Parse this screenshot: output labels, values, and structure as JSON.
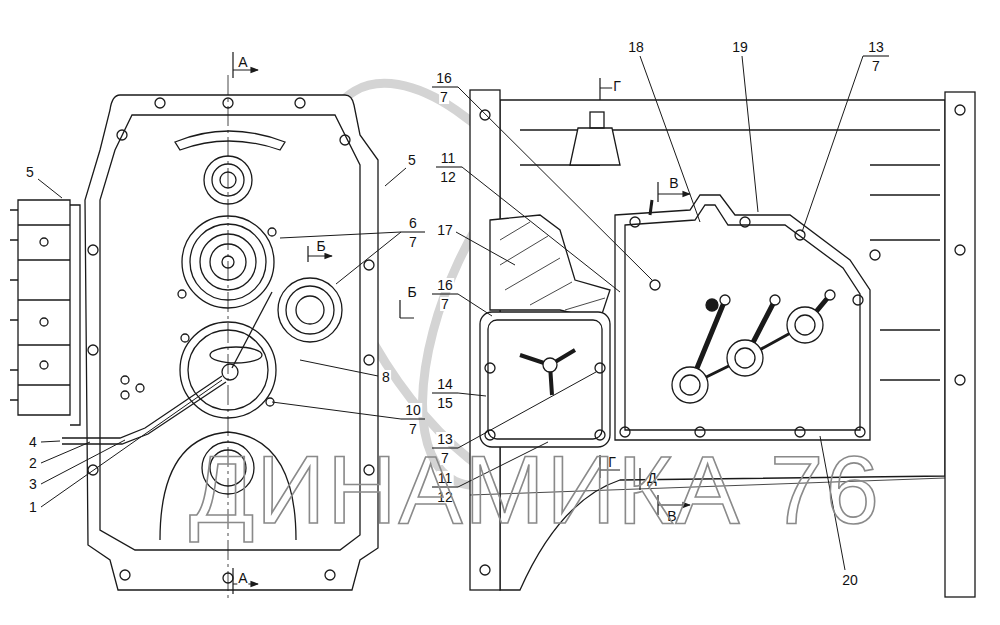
{
  "diagram": {
    "labels": [
      "А",
      "5",
      "5",
      "11",
      "12",
      "6",
      "7",
      "Б",
      "Б",
      "8",
      "10",
      "7",
      "4",
      "2",
      "3",
      "1",
      "А",
      "16",
      "7",
      "18",
      "19",
      "13",
      "7",
      "Г",
      "В",
      "17",
      "16",
      "7",
      "14",
      "15",
      "13",
      "7",
      "11",
      "12",
      "Г",
      "Д",
      "В",
      "20",
      "ДИНАМИКА 76"
    ]
  }
}
